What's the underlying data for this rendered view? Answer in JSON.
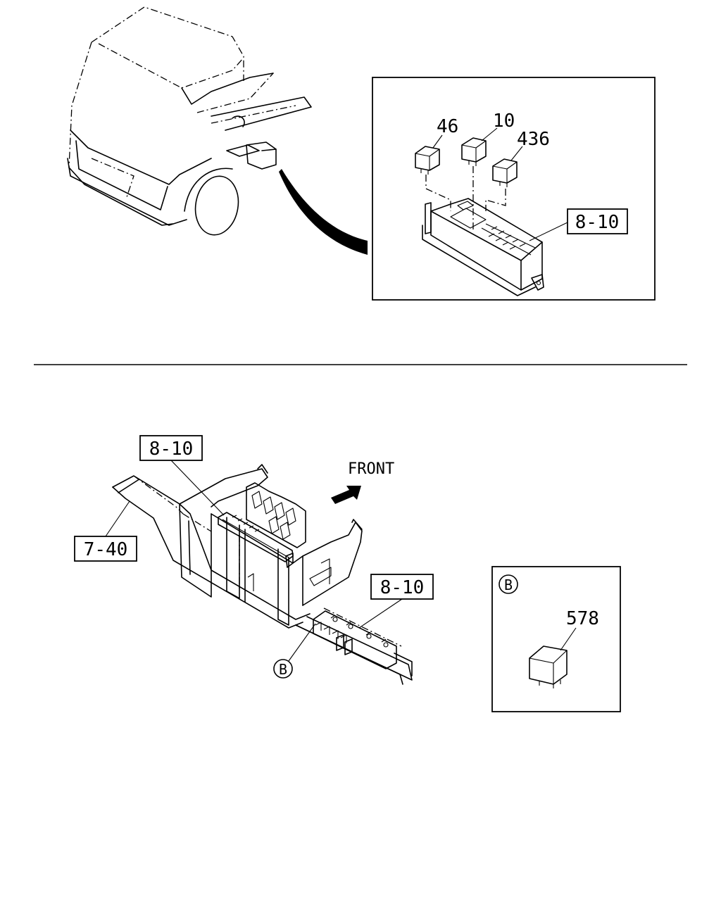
{
  "detail_top": {
    "callouts": [
      "46",
      "10",
      "436"
    ],
    "ref_label": "8-10"
  },
  "bottom": {
    "ref_label_upper": "8-10",
    "ref_label_left": "7-40",
    "ref_label_lower": "8-10",
    "direction_label": "FRONT",
    "view_marker": "B"
  },
  "detail_b": {
    "marker": "B",
    "callout": "578"
  }
}
